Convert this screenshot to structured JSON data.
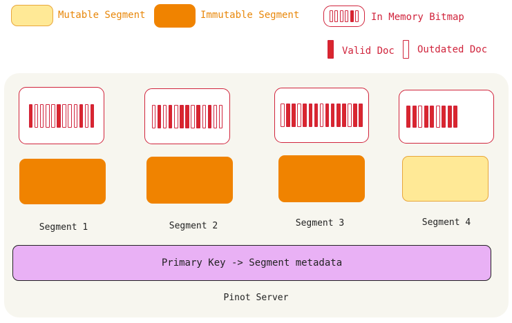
{
  "legend": {
    "mutable_label": "Mutable Segment",
    "immutable_label": "Immutable Segment",
    "bitmap_label": "In Memory Bitmap",
    "valid_label": "Valid Doc",
    "outdated_label": "Outdated Doc"
  },
  "colors": {
    "mutable": "#ffe996",
    "immutable": "#f08300",
    "bitmap_border": "#d0233b",
    "valid_doc": "#d9262e",
    "primary_key_bar": "#e9b1f5",
    "server_bg": "#f7f6ef"
  },
  "legend_bitmap_bits": [
    "outdated",
    "outdated",
    "outdated",
    "outdated",
    "valid",
    "outdated"
  ],
  "segments": [
    {
      "label": "Segment 1",
      "kind": "immutable",
      "bits": [
        "valid",
        "outdated",
        "outdated",
        "outdated",
        "outdated",
        "valid",
        "outdated",
        "outdated",
        "outdated",
        "valid",
        "outdated",
        "valid"
      ]
    },
    {
      "label": "Segment 2",
      "kind": "immutable",
      "bits": [
        "outdated",
        "valid",
        "outdated",
        "valid",
        "outdated",
        "valid",
        "valid",
        "outdated",
        "valid",
        "outdated",
        "valid",
        "outdated",
        "outdated"
      ]
    },
    {
      "label": "Segment 3",
      "kind": "immutable",
      "bits": [
        "outdated",
        "valid",
        "valid",
        "outdated",
        "valid",
        "valid",
        "valid",
        "outdated",
        "valid",
        "valid",
        "valid",
        "valid",
        "outdated",
        "valid",
        "valid"
      ]
    },
    {
      "label": "Segment 4",
      "kind": "mutable",
      "bits": [
        "valid",
        "valid",
        "outdated",
        "valid",
        "valid",
        "outdated",
        "valid",
        "valid",
        "valid"
      ]
    }
  ],
  "primary_key_label": "Primary Key -> Segment metadata",
  "server_label": "Pinot Server"
}
